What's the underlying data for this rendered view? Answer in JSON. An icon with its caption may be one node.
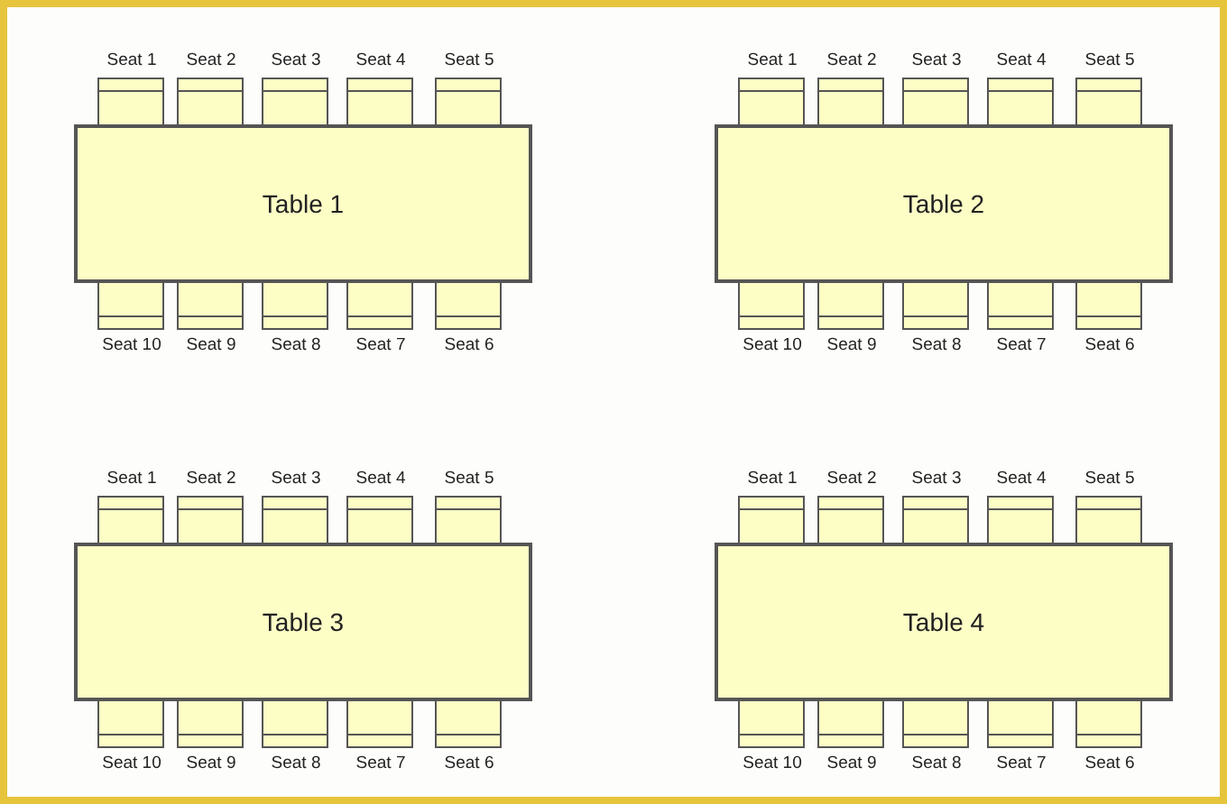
{
  "diagram": {
    "nodes": [
      {
        "text": [],
        "shape": "box",
        "beside": [
          "Seat 1"
        ]
      },
      {
        "text": [],
        "shape": "box",
        "beside": [
          "Seat 2"
        ]
      },
      {
        "text": [],
        "shape": "box",
        "beside": [
          "Seat 3"
        ]
      },
      {
        "text": [],
        "shape": "box",
        "beside": [
          "Seat 4"
        ]
      },
      {
        "text": [],
        "shape": "box",
        "beside": [
          "Seat 5"
        ]
      },
      {
        "text": [
          "Table 1"
        ]
      },
      {
        "text": [],
        "shape": "box",
        "beside": [
          "Seat 10"
        ]
      },
      {
        "text": [],
        "shape": "box",
        "beside": [
          "Seat 9"
        ]
      },
      {
        "text": [],
        "shape": "box",
        "beside": [
          "Seat 8"
        ]
      },
      {
        "text": [],
        "shape": "box",
        "beside": [
          "Seat 7"
        ]
      },
      {
        "text": [],
        "shape": "box",
        "beside": [
          "Seat 6"
        ]
      },
      {
        "text": [],
        "shape": "box",
        "beside": [
          "Seat 1"
        ]
      },
      {
        "text": [],
        "shape": "box",
        "beside": [
          "Seat 2"
        ]
      },
      {
        "text": [],
        "shape": "box",
        "beside": [
          "Seat 3"
        ]
      },
      {
        "text": [],
        "shape": "box",
        "beside": [
          "Seat 4"
        ]
      },
      {
        "text": [],
        "shape": "box",
        "beside": [
          "Seat 5"
        ]
      },
      {
        "text": [
          "Table 2"
        ]
      },
      {
        "text": [],
        "shape": "box",
        "beside": [
          "Seat 10"
        ]
      },
      {
        "text": [],
        "shape": "box",
        "beside": [
          "Seat 9"
        ]
      },
      {
        "text": [],
        "shape": "box",
        "beside": [
          "Seat 8"
        ]
      },
      {
        "text": [],
        "shape": "box",
        "beside": [
          "Seat 7"
        ]
      },
      {
        "text": [],
        "shape": "box",
        "beside": [
          "Seat 6"
        ]
      },
      {
        "text": [],
        "shape": "box",
        "beside": [
          "Seat 1"
        ]
      },
      {
        "text": [],
        "shape": "box",
        "beside": [
          "Seat 2"
        ]
      },
      {
        "text": [],
        "shape": "box",
        "beside": [
          "Seat 3"
        ]
      },
      {
        "text": [],
        "shape": "box",
        "beside": [
          "Seat 4"
        ]
      },
      {
        "text": [],
        "shape": "box",
        "beside": [
          "Seat 5"
        ]
      },
      {
        "text": [
          "Table 3"
        ]
      },
      {
        "text": [],
        "shape": "box",
        "beside": [
          "Seat 10"
        ]
      },
      {
        "text": [],
        "shape": "box",
        "beside": [
          "Seat 9"
        ]
      },
      {
        "text": [],
        "shape": "box",
        "beside": [
          "Seat 8"
        ]
      },
      {
        "text": [],
        "shape": "box",
        "beside": [
          "Seat 7"
        ]
      },
      {
        "text": [],
        "shape": "box",
        "beside": [
          "Seat 6"
        ]
      },
      {
        "text": [],
        "shape": "box",
        "beside": [
          "Seat 1"
        ]
      },
      {
        "text": [],
        "shape": "box",
        "beside": [
          "Seat 2"
        ]
      },
      {
        "text": [],
        "shape": "box",
        "beside": [
          "Seat 3"
        ]
      },
      {
        "text": [],
        "shape": "box",
        "beside": [
          "Seat 4"
        ]
      },
      {
        "text": [],
        "shape": "box",
        "beside": [
          "Seat 5"
        ]
      },
      {
        "text": [
          "Table 4"
        ]
      },
      {
        "text": [],
        "shape": "box",
        "beside": [
          "Seat 10"
        ]
      },
      {
        "text": [],
        "shape": "box",
        "beside": [
          "Seat 9"
        ]
      },
      {
        "text": [],
        "shape": "box",
        "beside": [
          "Seat 8"
        ]
      },
      {
        "text": [],
        "shape": "box",
        "beside": [
          "Seat 7"
        ]
      },
      {
        "text": [],
        "shape": "box",
        "beside": [
          "Seat 6"
        ]
      }
    ]
  }
}
